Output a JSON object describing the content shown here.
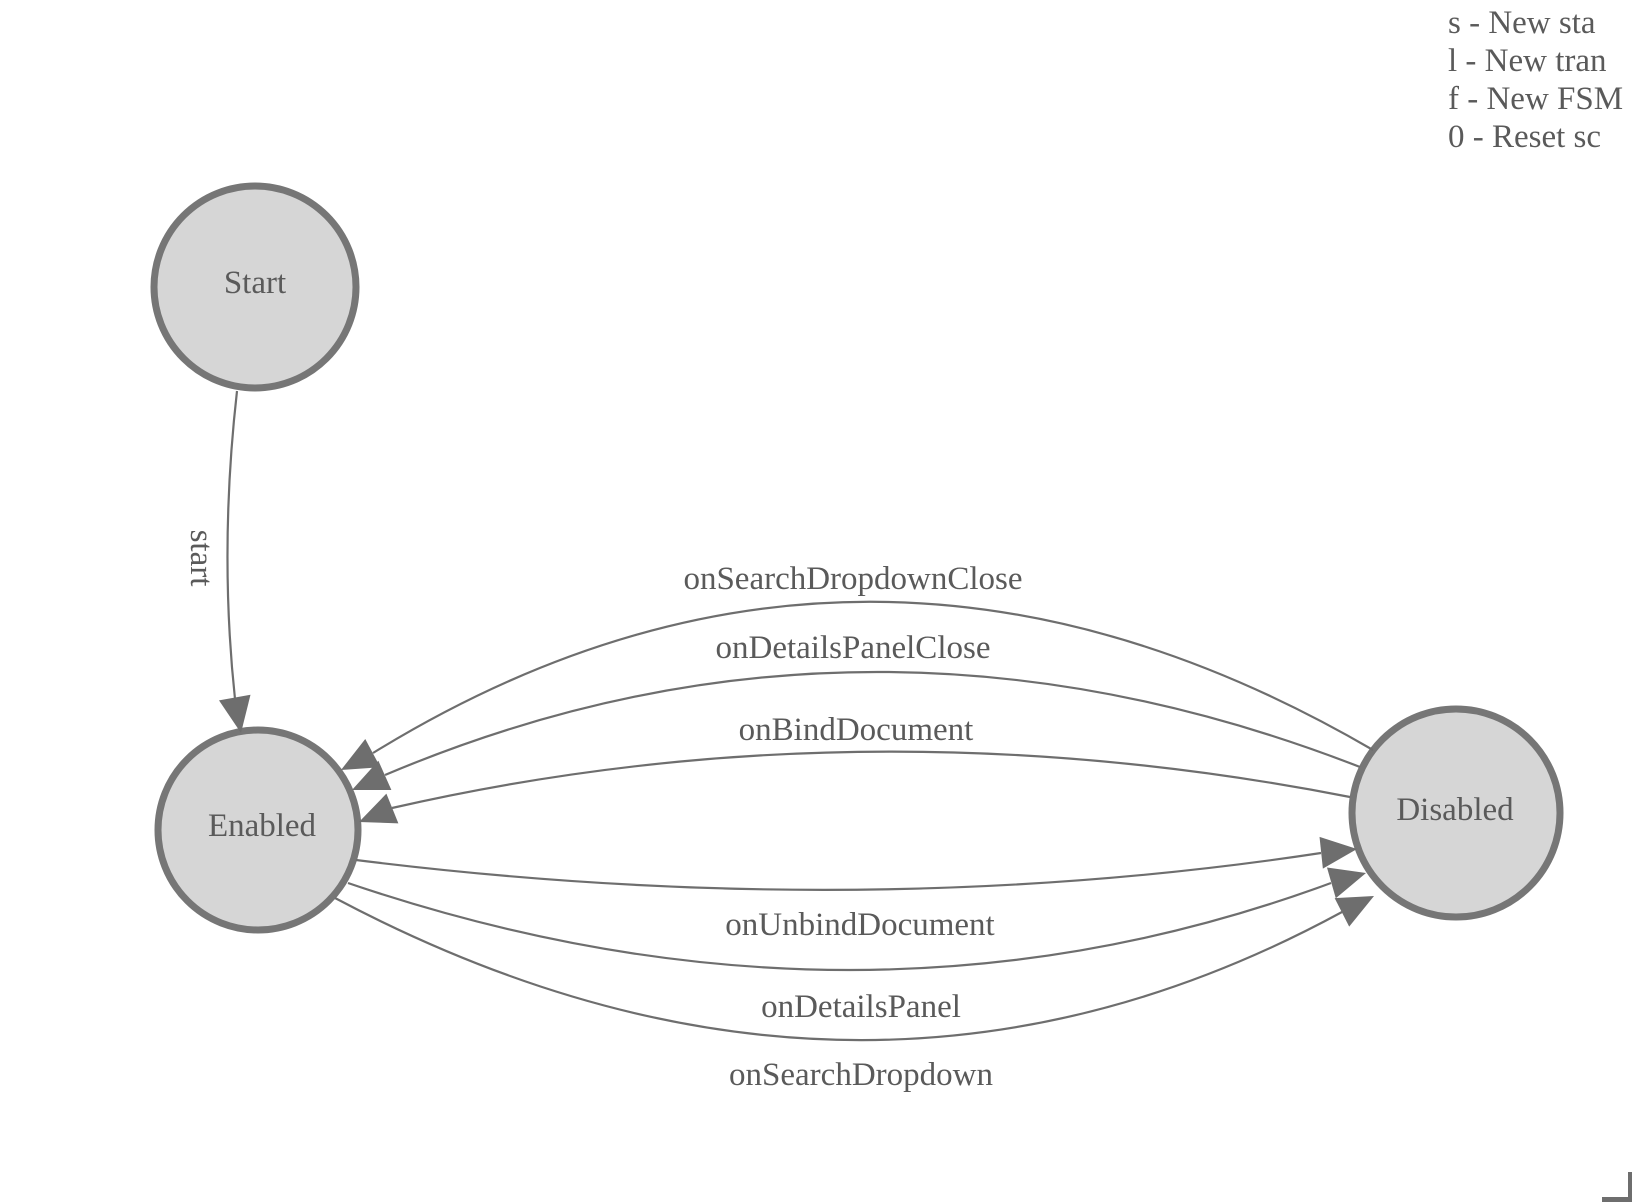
{
  "diagram": {
    "nodes": [
      {
        "id": "start",
        "label": "Start"
      },
      {
        "id": "enabled",
        "label": "Enabled"
      },
      {
        "id": "disabled",
        "label": "Disabled"
      }
    ],
    "edges": [
      {
        "label": "start",
        "from": "Start",
        "to": "Enabled"
      },
      {
        "label": "onSearchDropdownClose",
        "from": "Disabled",
        "to": "Enabled"
      },
      {
        "label": "onDetailsPanelClose",
        "from": "Disabled",
        "to": "Enabled"
      },
      {
        "label": "onBindDocument",
        "from": "Disabled",
        "to": "Enabled"
      },
      {
        "label": "onUnbindDocument",
        "from": "Enabled",
        "to": "Disabled"
      },
      {
        "label": "onDetailsPanel",
        "from": "Enabled",
        "to": "Disabled"
      },
      {
        "label": "onSearchDropdown",
        "from": "Enabled",
        "to": "Disabled"
      }
    ]
  },
  "legend": {
    "lines": [
      "s - New sta",
      "l - New tran",
      "f - New FSM",
      "0 - Reset sc"
    ]
  },
  "colors": {
    "node_fill": "#d6d6d6",
    "node_stroke": "#767676",
    "edge_stroke": "#6e6e6e",
    "label_text": "#5a5a5a"
  }
}
